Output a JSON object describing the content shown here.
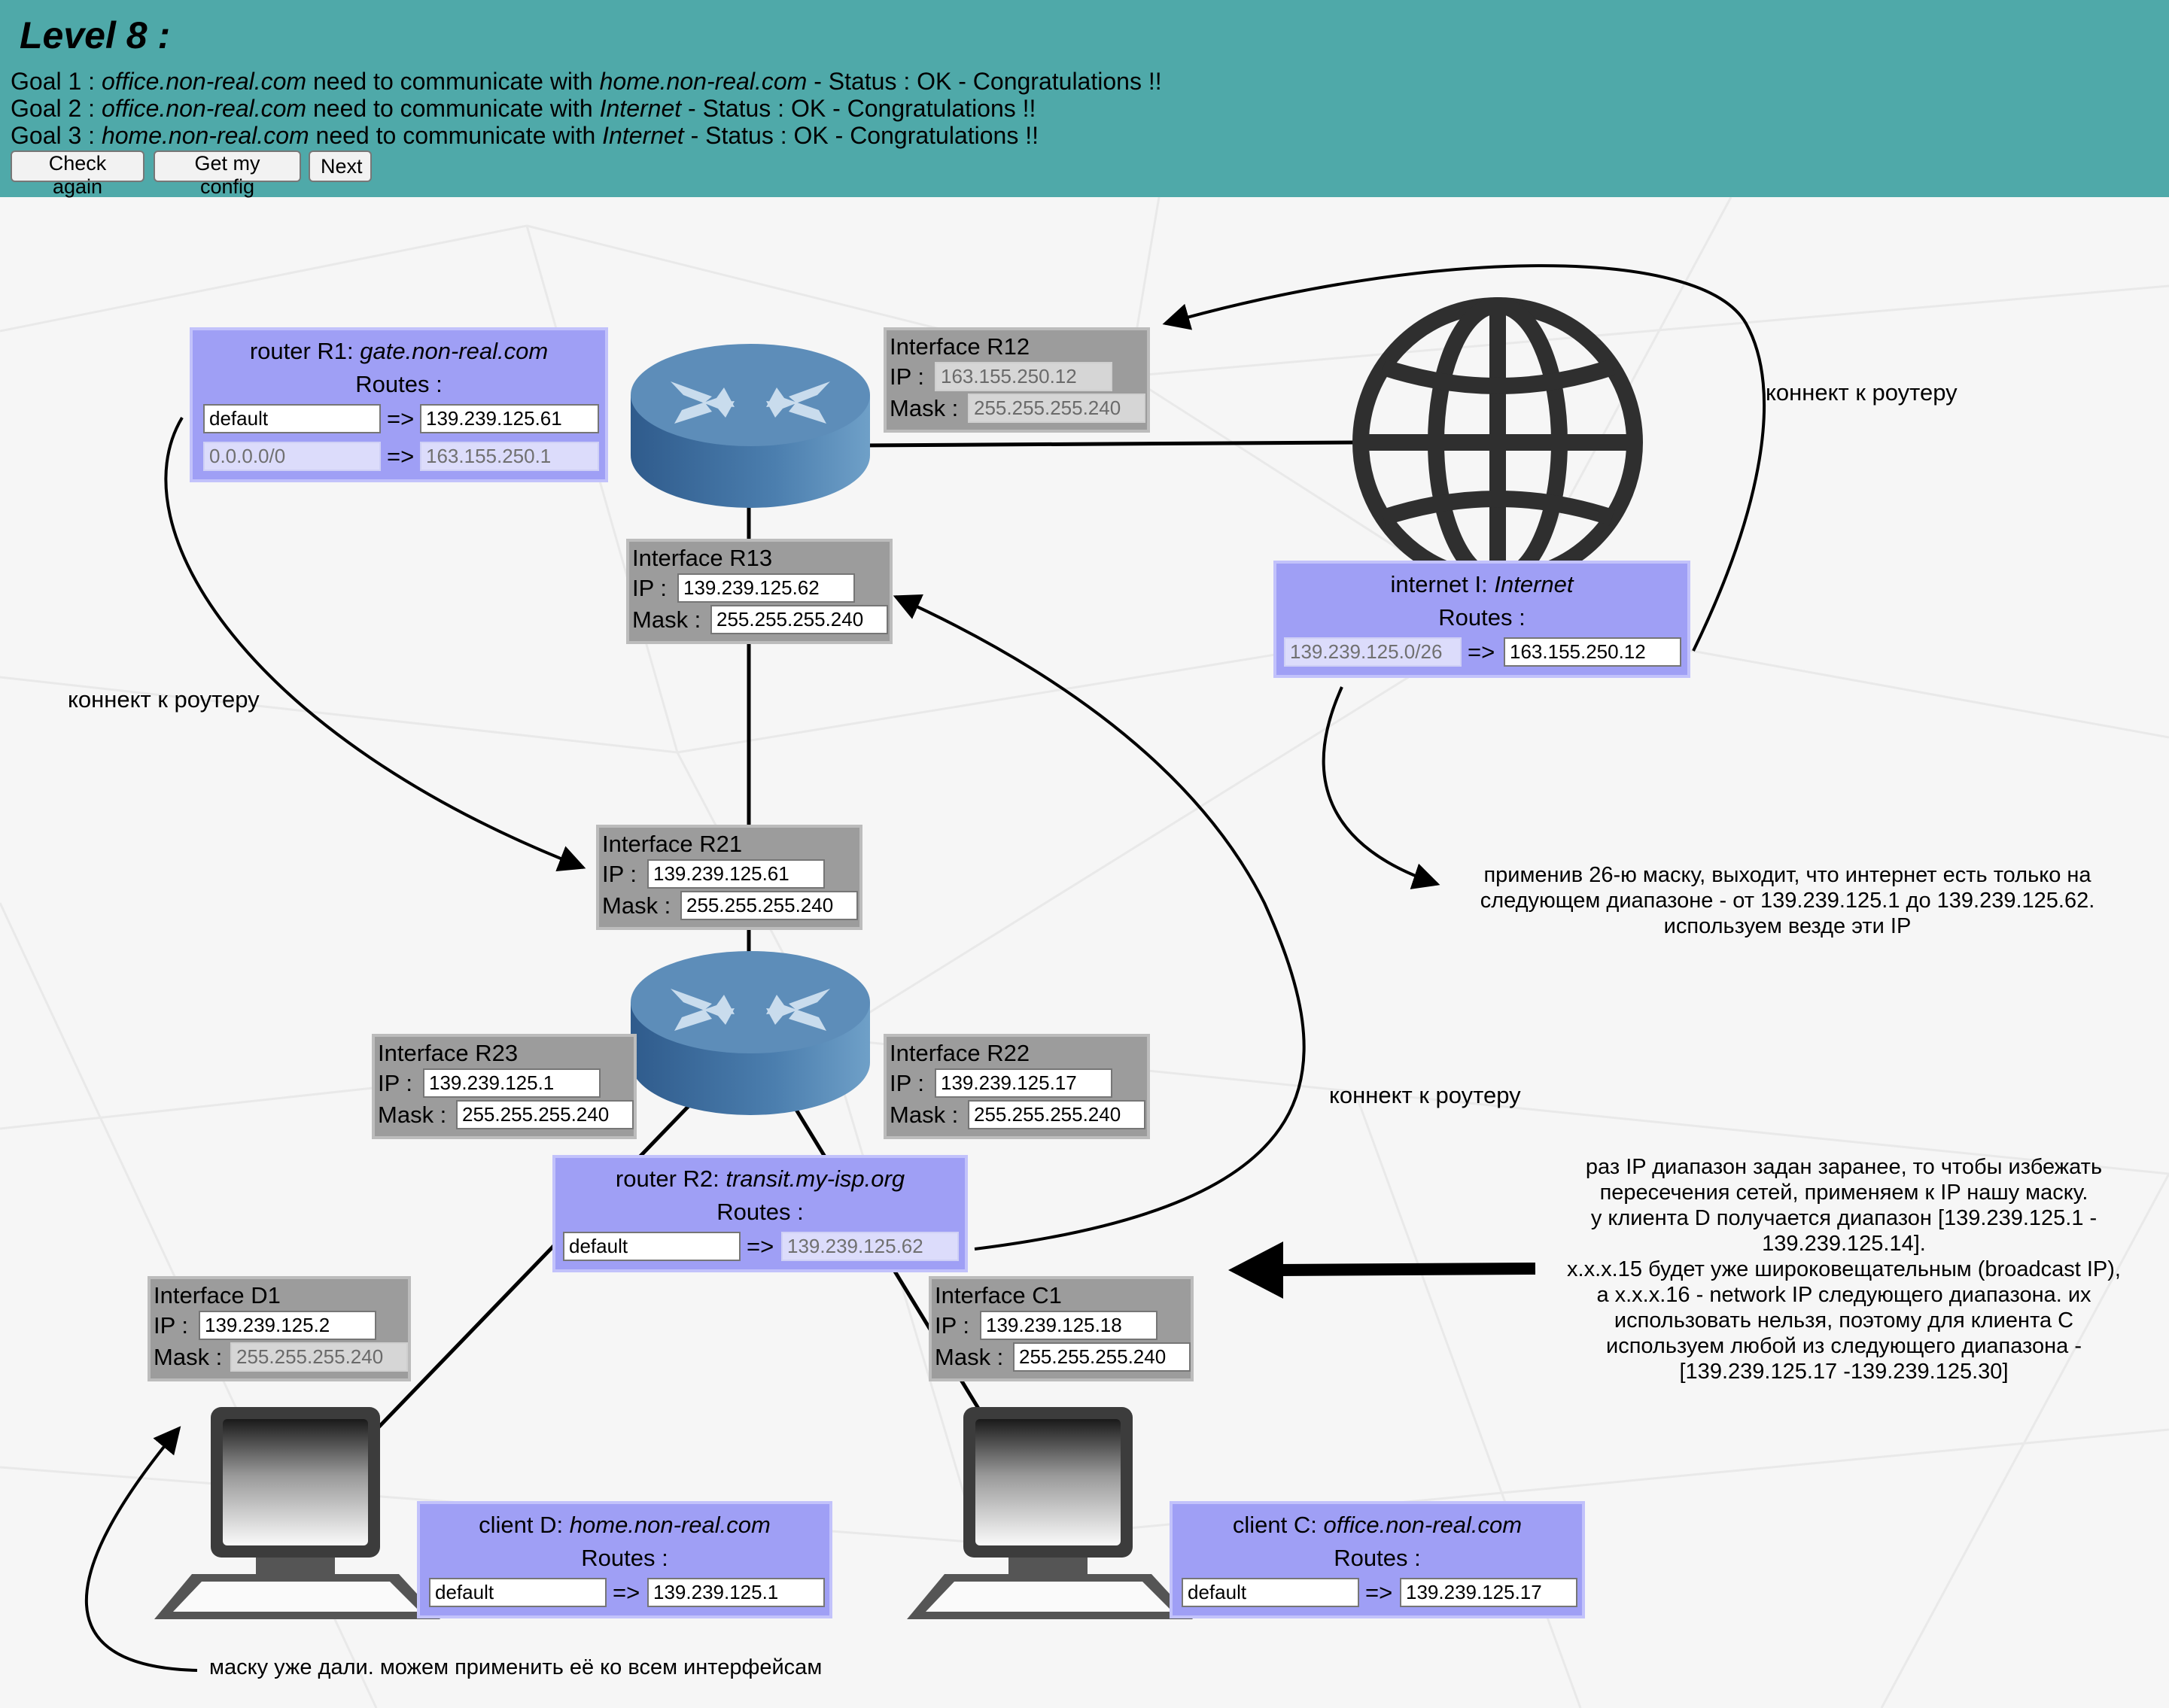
{
  "header": {
    "level_title": "Level 8 :",
    "goals": [
      {
        "prefix": "Goal 1 : ",
        "host": "office.non-real.com",
        "mid": " need to communicate with ",
        "target": "home.non-real.com",
        "status": " - Status : OK - Congratulations !!"
      },
      {
        "prefix": "Goal 2 : ",
        "host": "office.non-real.com",
        "mid": " need to communicate with ",
        "target": "Internet",
        "status": " - Status : OK - Congratulations !!"
      },
      {
        "prefix": "Goal 3 : ",
        "host": "home.non-real.com",
        "mid": " need to communicate with ",
        "target": "Internet",
        "status": " - Status : OK - Congratulations !!"
      }
    ],
    "buttons": {
      "check_again": "Check again",
      "get_config": "Get my config",
      "next": "Next"
    }
  },
  "labels": {
    "ip": "IP :",
    "mask": "Mask :",
    "routes": "Routes :",
    "arrow": "=>"
  },
  "routers": {
    "r1": {
      "prefix": "router R1: ",
      "name": "gate.non-real.com",
      "routes": [
        {
          "dest": "default",
          "gateway": "139.239.125.61"
        },
        {
          "dest": "0.0.0.0/0",
          "gateway": "163.155.250.1"
        }
      ]
    },
    "r2": {
      "prefix": "router R2: ",
      "name": "transit.my-isp.org",
      "routes": [
        {
          "dest": "default",
          "gateway": "139.239.125.62"
        }
      ]
    },
    "internet": {
      "prefix": "internet I: ",
      "name": "Internet",
      "routes": [
        {
          "dest": "139.239.125.0/26",
          "gateway": "163.155.250.12"
        }
      ]
    },
    "client_d": {
      "prefix": "client D: ",
      "name": "home.non-real.com",
      "routes": [
        {
          "dest": "default",
          "gateway": "139.239.125.1"
        }
      ]
    },
    "client_c": {
      "prefix": "client C: ",
      "name": "office.non-real.com",
      "routes": [
        {
          "dest": "default",
          "gateway": "139.239.125.17"
        }
      ]
    }
  },
  "interfaces": {
    "r12": {
      "title": "Interface R12",
      "ip": "163.155.250.12",
      "mask": "255.255.255.240"
    },
    "r13": {
      "title": "Interface R13",
      "ip": "139.239.125.62",
      "mask": "255.255.255.240"
    },
    "r21": {
      "title": "Interface R21",
      "ip": "139.239.125.61",
      "mask": "255.255.255.240"
    },
    "r22": {
      "title": "Interface R22",
      "ip": "139.239.125.17",
      "mask": "255.255.255.240"
    },
    "r23": {
      "title": "Interface R23",
      "ip": "139.239.125.1",
      "mask": "255.255.255.240"
    },
    "d1": {
      "title": "Interface D1",
      "ip": "139.239.125.2",
      "mask": "255.255.255.240"
    },
    "c1": {
      "title": "Interface C1",
      "ip": "139.239.125.18",
      "mask": "255.255.255.240"
    }
  },
  "annotations": {
    "connect_router_top": "коннект к роутеру",
    "connect_router_left": "коннект к роутеру",
    "connect_router_mid": "коннект к роутеру",
    "mask_note": [
      "применив 26-ю маску, выходит, что интернет есть только на",
      "следующем диапазоне - от 139.239.125.1 до 139.239.125.62.",
      "используем везде эти IP"
    ],
    "range_note": [
      "раз IP диапазон задан заранее, то чтобы избежать",
      "пересечения сетей, применяем к IP нашу маску.",
      "у клиента D получается диапазон [139.239.125.1 -",
      "139.239.125.14].",
      "x.x.x.15 будет уже широковещательным (broadcast IP),",
      "а x.x.x.16 - network IP следующего диапазона. их",
      "использовать нельзя, поэтому для клиента C",
      "используем любой из следующего диапазона -",
      "[139.239.125.17 -139.239.125.30]"
    ],
    "bottom_note": "маску уже дали. можем применить её ко всем интерфейсам"
  },
  "icons": [
    "router-icon",
    "globe-icon",
    "computer-icon"
  ],
  "colors": {
    "header_bg": "#4fa9a9",
    "interface_box": "#9c9c9c",
    "route_box": "#9f9ff5",
    "router_blue": "#4a79a8"
  }
}
